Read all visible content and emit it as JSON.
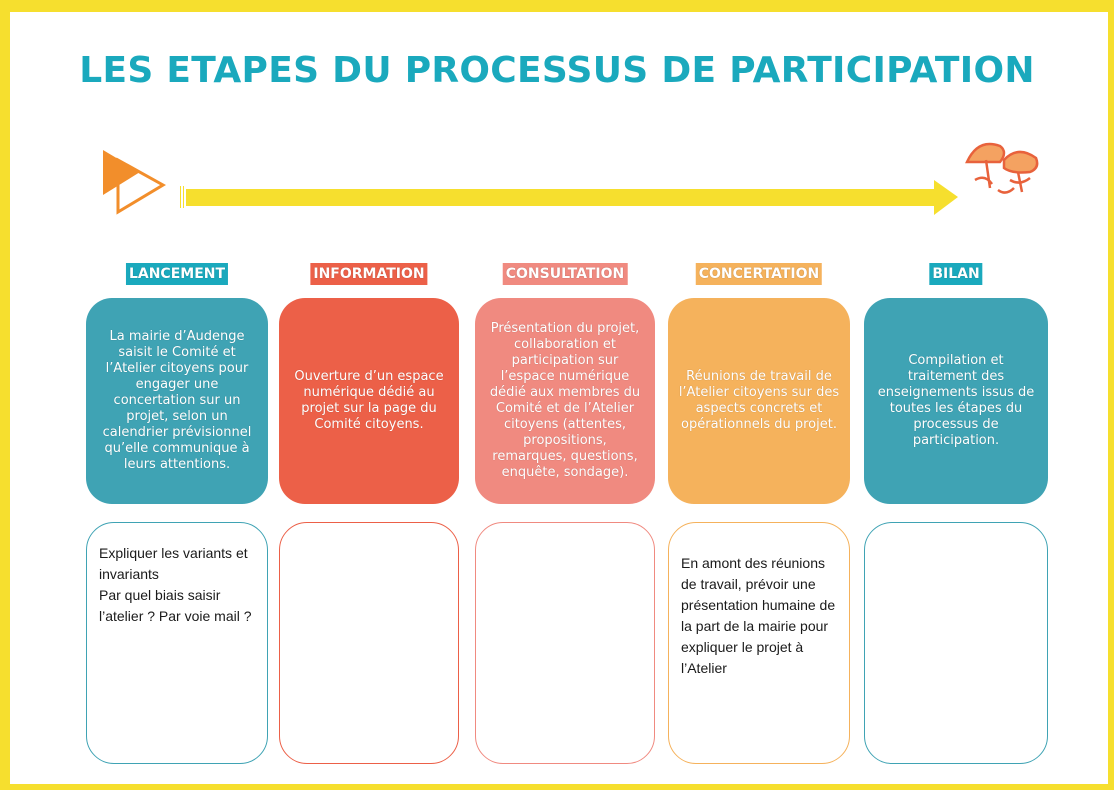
{
  "title": "LES ETAPES DU PROCESSUS DE PARTICIPATION",
  "colors": {
    "frame": "#f6df2e",
    "title": "#1aa9bd",
    "arrow": "#f6df2e",
    "start_icon": "#f28e2b",
    "end_icon": "#e8623c"
  },
  "icons": {
    "start": "play-triangle-icon",
    "end": "mushrooms-icon"
  },
  "stages": [
    {
      "label": "LANCEMENT",
      "color": "#3fa3b4",
      "label_color": "#1aa9bd",
      "text": "La mairie d’Audenge saisit le Comité et l’Atelier citoyens pour engager une concertation sur un projet, selon un calendrier prévisionnel qu’elle communique à leurs attentions.",
      "note": "Expliquer les variants et invariants\nPar quel biais saisir l’atelier ? Par voie mail ?",
      "note_border": "#3fa3b4"
    },
    {
      "label": "INFORMATION",
      "color": "#ec6048",
      "label_color": "#ec6048",
      "text": "Ouverture d’un espace numérique dédié au projet sur la page du Comité citoyens.",
      "note": "",
      "note_border": "#ec6048"
    },
    {
      "label": "CONSULTATION",
      "color": "#f08a80",
      "label_color": "#f08a80",
      "text": "Présentation du projet, collaboration et participation sur l’espace numérique dédié aux membres du Comité et de l’Atelier citoyens (attentes, propositions, remarques, questions, enquête, sondage).",
      "note": "",
      "note_border": "#f08a80"
    },
    {
      "label": "CONCERTATION",
      "color": "#f5b25c",
      "label_color": "#f5b25c",
      "text": "Réunions de travail de l’Atelier citoyens sur des aspects concrets et opérationnels du projet.",
      "note": "En amont des réunions de travail, prévoir une présentation humaine de la part de la mairie pour expliquer le projet à l’Atelier",
      "note_border": "#f5b25c"
    },
    {
      "label": "BILAN",
      "color": "#3fa3b4",
      "label_color": "#1aa9bd",
      "text": "Compilation et traitement des enseignements issus de toutes les étapes du processus de participation.",
      "note": "",
      "note_border": "#3fa3b4"
    }
  ]
}
